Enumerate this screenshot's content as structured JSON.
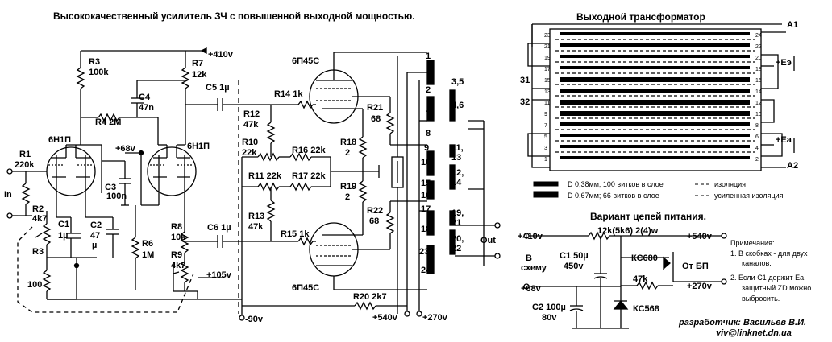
{
  "title": "Высококачественный усилитель ЗЧ с повышенной выходной мощностью.",
  "transformer_title": "Выходной трансформатор",
  "power_title": "Вариант цепей питания.",
  "tubes": {
    "driver_left": "6Н1П",
    "driver_right": "6Н1П",
    "output_top": "6П45С",
    "output_bottom": "6П45С"
  },
  "components": {
    "R1": "R1",
    "R1v": "220k",
    "R2": "R2",
    "R2v": "4k7",
    "R3": "R3",
    "R3v": "100",
    "R3b": "R3",
    "R3bv": "100k",
    "R4": "R4 2M",
    "R6": "R6",
    "R6v": "1M",
    "R7": "R7",
    "R7v": "12k",
    "R8": "R8",
    "R8v": "10k",
    "R9": "R9",
    "R9v": "4k7",
    "R10": "R10",
    "R10v": "22k",
    "R11": "R11 22k",
    "R12": "R12",
    "R12v": "47k",
    "R13": "R13",
    "R13v": "47k",
    "R14": "R14 1k",
    "R15": "R15 1k",
    "R16": "R16 22k",
    "R17": "R17 22k",
    "R18": "R18",
    "R18v": "2",
    "R19": "R19",
    "R19v": "2",
    "R20": "R20 2k7",
    "R21": "R21",
    "R21v": "68",
    "R22": "R22",
    "R22v": "68",
    "C1": "C1",
    "C1v": "1µ",
    "C2": "C2",
    "C2v": "47",
    "C2u": "µ",
    "C3": "C3",
    "C3v": "100n",
    "C4": "C4",
    "C4v": "47n",
    "C5": "C5 1µ",
    "C6": "C6 1µ"
  },
  "rails": {
    "v410": "+410v",
    "v68": "+68v",
    "v105": "+105v",
    "vm90": "-90v",
    "v540": "+540v",
    "v270": "+270v"
  },
  "io": {
    "in": "In",
    "out": "Out"
  },
  "windings": {
    "pin1": "1",
    "pin2": "2",
    "pin7": "7",
    "pin8": "8",
    "pin9": "9",
    "pin10": "10",
    "pin15": "15",
    "pin16": "16",
    "pin17": "17",
    "pin18": "18",
    "pin23": "23",
    "pin24": "24",
    "s35": "3,5",
    "s46": "4,6",
    "s1113": "11,",
    "s1113b": "13",
    "s1214": "12,",
    "s1214b": "14",
    "s1921": "19,",
    "s1921b": "21",
    "s2022": "20,",
    "s2022b": "22"
  },
  "transformer": {
    "left_pins": [
      "23",
      "21",
      "19",
      "17",
      "15",
      "13",
      "11",
      "9",
      "7",
      "5",
      "3",
      "1"
    ],
    "right_pins": [
      "24",
      "22",
      "20",
      "18",
      "16",
      "14",
      "12",
      "10",
      "8",
      "6",
      "4",
      "2"
    ],
    "A1": "A1",
    "A2": "A2",
    "E3": "+Eэ",
    "Ea": "+Eа",
    "p31": "31",
    "p32": "32",
    "legend1": "D 0,38мм; 100 витков в слое",
    "legend2": "D 0,67мм; 66 витков в слое",
    "legend3": "изоляция",
    "legend4": "усиленная изоляция"
  },
  "power": {
    "v410": "+410v",
    "v540": "+540v",
    "v68": "+68v",
    "v270": "+270v",
    "r_top": "12k(5k6) 2(4)w",
    "to_circuit1": "В",
    "to_circuit2": "схему",
    "c1": "C1 50µ",
    "c1v": "450v",
    "c2": "C2 100µ",
    "c2v": "80v",
    "zd1": "КС680",
    "zd2": "КС568",
    "r47": "47k",
    "from_psu": "От БП"
  },
  "notes": {
    "head": "Примечания:",
    "n1a": "1.  В скобках - для двух",
    "n1b": "каналов.",
    "n2a": "2.  Если C1 держит Ea,",
    "n2b": "защитный ZD можно",
    "n2c": "выбросить."
  },
  "author": "разработчик: Васильев В.И.",
  "email": "viv@linknet.dn.ua"
}
